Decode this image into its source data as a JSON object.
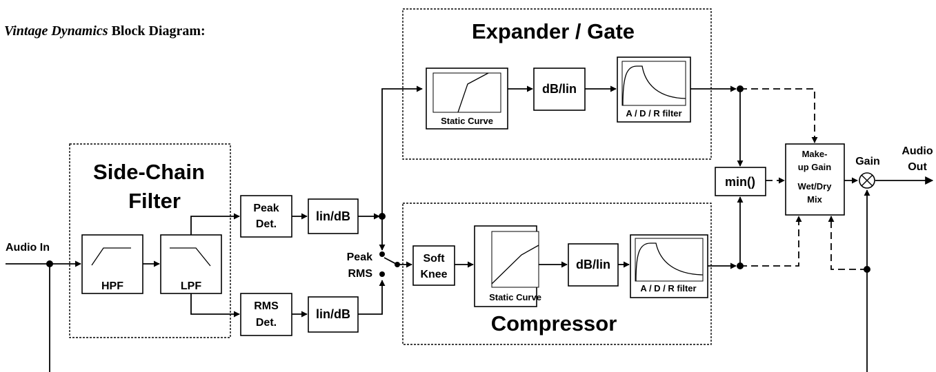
{
  "title": {
    "italic": "Vintage Dynamics",
    "rest": " Block Diagram:"
  },
  "groups": {
    "sidechain": {
      "line1": "Side-Chain",
      "line2": "Filter"
    },
    "expander": "Expander / Gate",
    "compressor": "Compressor"
  },
  "blocks": {
    "hpf": "HPF",
    "lpf": "LPF",
    "peak_det": {
      "line1": "Peak",
      "line2": "Det."
    },
    "rms_det": {
      "line1": "RMS",
      "line2": "Det."
    },
    "lindb_top": "lin/dB",
    "lindb_bottom": "lin/dB",
    "soft_knee": {
      "line1": "Soft",
      "line2": "Knee"
    },
    "exp_static": "Static Curve",
    "exp_dblin": "dB/lin",
    "exp_adr": "A / D / R filter",
    "comp_static": "Static Curve",
    "comp_dblin": "dB/lin",
    "comp_adr": "A / D / R filter",
    "min": "min()",
    "makeup": {
      "line1": "Make-",
      "line2": "up Gain",
      "line3": "Wet/Dry",
      "line4": "Mix"
    }
  },
  "labels": {
    "audio_in": "Audio In",
    "audio_out": {
      "line1": "Audio",
      "line2": "Out"
    },
    "gain": "Gain",
    "switch": {
      "line1": "Peak",
      "line2": "RMS"
    }
  }
}
